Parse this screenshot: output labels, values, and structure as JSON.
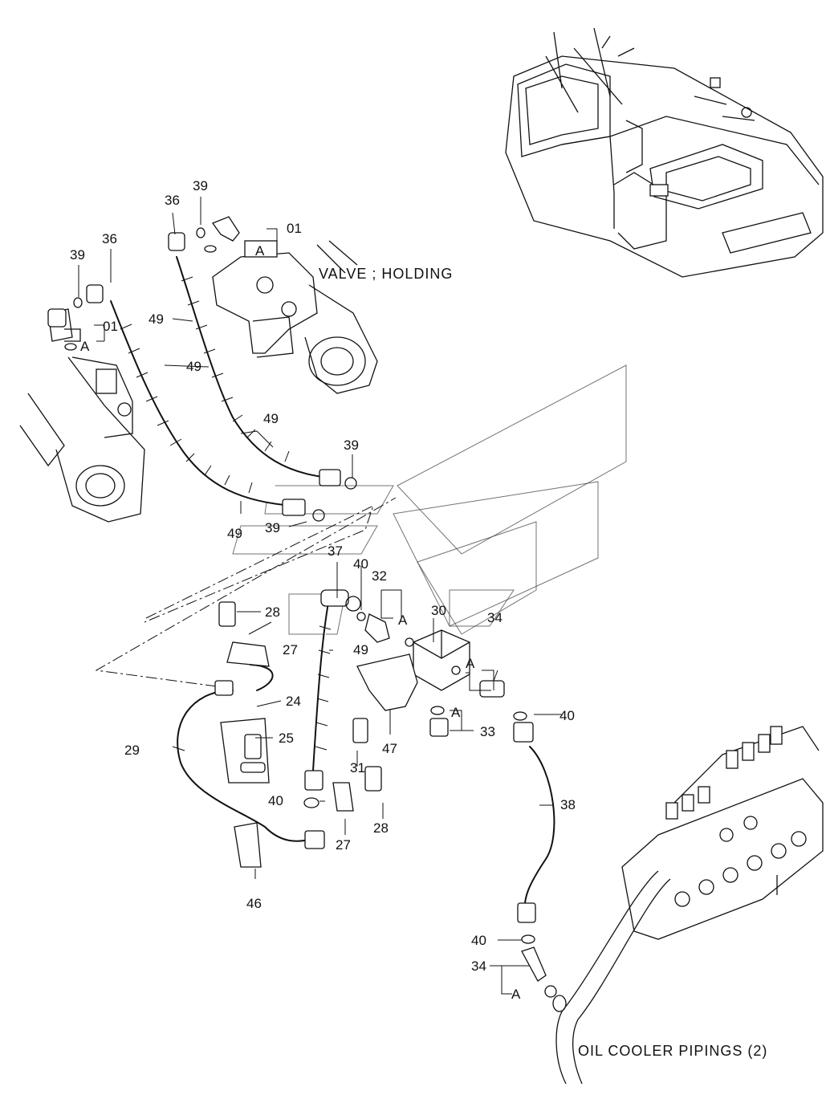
{
  "diagram": {
    "captions": {
      "valve_holding": "VALVE ; HOLDING",
      "oil_cooler": "OIL COOLER PIPINGS (2)"
    },
    "callouts": {
      "c36a": "36",
      "c39a": "39",
      "c01a": "01",
      "cAa": "A",
      "c36b": "36",
      "c39b": "39",
      "c01b": "01",
      "cAb": "A",
      "c49a": "49",
      "c49b": "49",
      "c49c": "49",
      "c49d": "49",
      "c39c": "39",
      "c39d": "39",
      "c37": "37",
      "c40a": "40",
      "c32": "32",
      "cAc": "A",
      "c30": "30",
      "c28a": "28",
      "c27a": "27",
      "c49e": "49",
      "c34a": "34",
      "cAd": "A",
      "c24": "24",
      "c25": "25",
      "c29": "29",
      "c47": "47",
      "cAe": "A",
      "c33": "33",
      "c40b": "40",
      "c31": "31",
      "c40c": "40",
      "c28b": "28",
      "c27b": "27",
      "c38": "38",
      "c46": "46",
      "c40d": "40",
      "c34b": "34",
      "cAf": "A"
    }
  }
}
